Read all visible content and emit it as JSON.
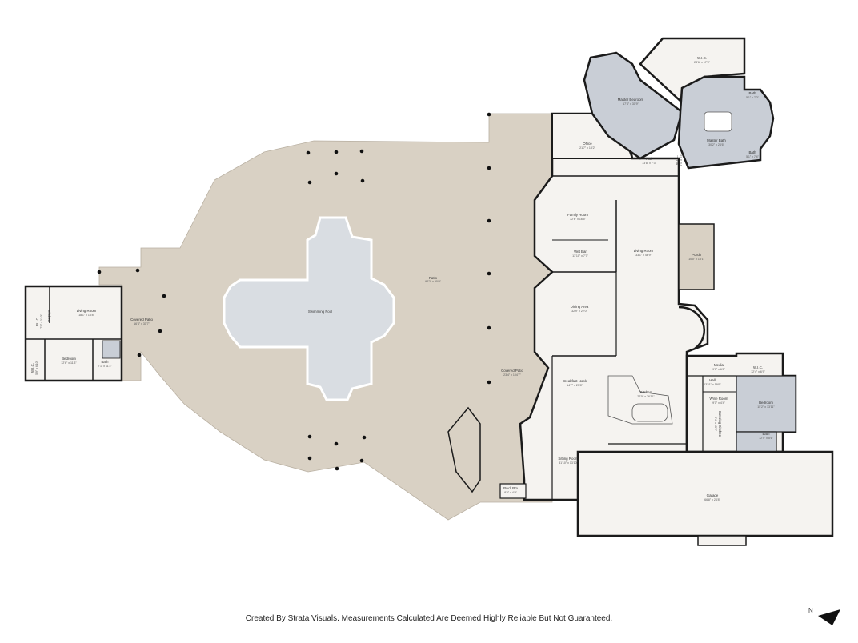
{
  "colors": {
    "patio": "#d9d1c4",
    "interior": "#f5f3f0",
    "wall": "#1b1b1b",
    "water": "#d9dde2",
    "master_suite": "#c9ced6",
    "post": "#111111"
  },
  "rooms": [
    {
      "id": "patio",
      "name": "Patio",
      "dims": "94'3\" x 90'0\""
    },
    {
      "id": "pool",
      "name": "Swimming Pool",
      "dims": ""
    },
    {
      "id": "covered-patio-west",
      "name": "Covered Patio",
      "dims": "16'4\" x 31'7\""
    },
    {
      "id": "covered-patio-east",
      "name": "Covered Patio",
      "dims": "23'4\" x 104'7\""
    },
    {
      "id": "guest-living",
      "name": "Living Room",
      "dims": "18'1\" x 13'8\""
    },
    {
      "id": "guest-kitchen",
      "name": "Kitchen",
      "dims": ""
    },
    {
      "id": "guest-wic",
      "name": "W.I.C.",
      "dims": "7'0\" x 3'10\""
    },
    {
      "id": "guest-bedroom",
      "name": "Bedroom",
      "dims": "12'6\" x 11'3\""
    },
    {
      "id": "guest-closet",
      "name": "W.I.C.",
      "dims": "5'9\" x 6'10\""
    },
    {
      "id": "guest-bath",
      "name": "Bath",
      "dims": "7'1\" x 11'3\""
    },
    {
      "id": "master-bedroom",
      "name": "Master Bedroom",
      "dims": "17'4\" x 31'9\""
    },
    {
      "id": "master-wic",
      "name": "W.I.C.",
      "dims": "28'6\" x 17'5\""
    },
    {
      "id": "master-bath",
      "name": "Master Bath",
      "dims": "30'2\" x 24'6\""
    },
    {
      "id": "bath-a",
      "name": "Bath",
      "dims": "5'1\" x 7'0\""
    },
    {
      "id": "bath-b",
      "name": "Bath",
      "dims": "5'1\" x 7'4\""
    },
    {
      "id": "office",
      "name": "Office",
      "dims": "21'7\" x 18'2\""
    },
    {
      "id": "hall-upper",
      "name": "Hall",
      "dims": "13'8\" x 7'3\""
    },
    {
      "id": "upper-wic",
      "name": "W.I.C.",
      "dims": "6'4\" x 6'4\""
    },
    {
      "id": "family-room",
      "name": "Family Room",
      "dims": "32'6\" x 16'5\""
    },
    {
      "id": "wet-bar",
      "name": "Wet Bar",
      "dims": "13'10\" x 7'7\""
    },
    {
      "id": "living-room",
      "name": "Living Room",
      "dims": "33'1\" x 46'9\""
    },
    {
      "id": "porch",
      "name": "Porch",
      "dims": "10'0\" x 18'1\""
    },
    {
      "id": "dining-area",
      "name": "Dining Area",
      "dims": "32'9\" x 22'0\""
    },
    {
      "id": "breakfast-nook",
      "name": "Breakfast Nook",
      "dims": "14'7\" x 23'8\""
    },
    {
      "id": "kitchen",
      "name": "Kitchen",
      "dims": "22'5\" x 26'11\""
    },
    {
      "id": "sitting-room",
      "name": "Sitting Room",
      "dims": "31'10\" x 13'10\""
    },
    {
      "id": "powder-room",
      "name": "Pwd. Rm",
      "dims": "8'5\" x 4'9\""
    },
    {
      "id": "media",
      "name": "Media",
      "dims": "9'1\" x 6'8\""
    },
    {
      "id": "hall-east",
      "name": "Hall",
      "dims": "13'11\" x 19'9\""
    },
    {
      "id": "wine-room",
      "name": "Wine Room",
      "dims": "9'1\" x 4'4\""
    },
    {
      "id": "catering-kitchen",
      "name": "Catering Kitchen",
      "dims": "9'4\" x 13'9\""
    },
    {
      "id": "east-wic",
      "name": "W.I.C.",
      "dims": "12'4\" x 6'9\""
    },
    {
      "id": "east-bedroom",
      "name": "Bedroom",
      "dims": "15'2\" x 13'11\""
    },
    {
      "id": "east-bath",
      "name": "Bath",
      "dims": "12'4\" x 5'6\""
    },
    {
      "id": "garage",
      "name": "Garage",
      "dims": "66'8\" x 24'8\""
    }
  ],
  "compass": {
    "label": "N"
  },
  "footer": {
    "credit": "Created By Strata Visuals. Measurements Calculated Are Deemed Highly Reliable But Not Guaranteed."
  }
}
